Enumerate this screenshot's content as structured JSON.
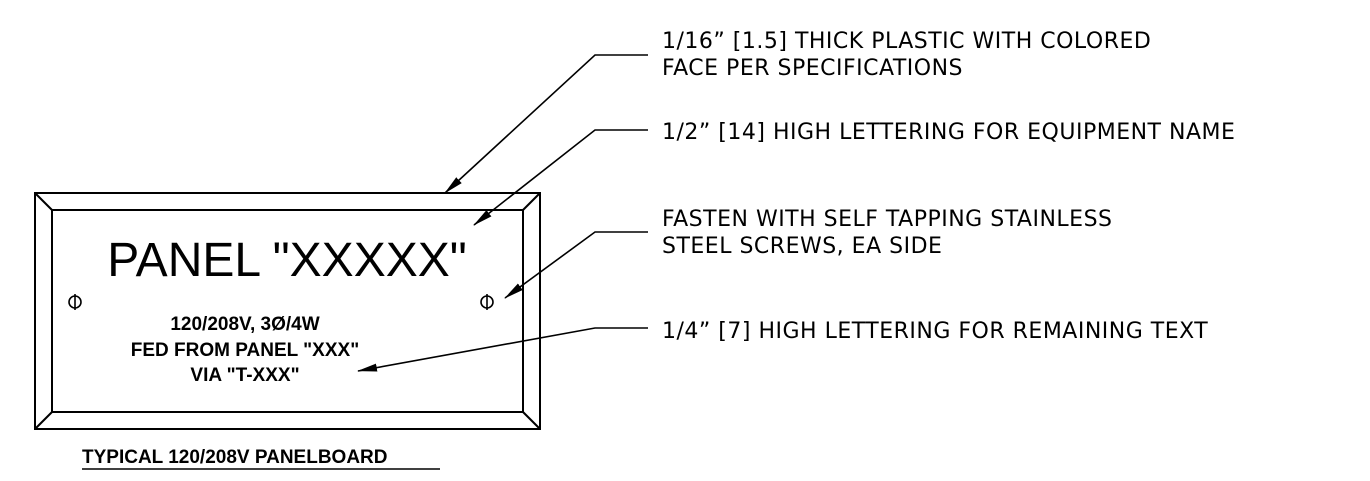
{
  "nameplate": {
    "title": "PANEL \"XXXXX\"",
    "line1": "120/208V, 3Ø/4W",
    "line2": "FED FROM PANEL \"XXX\"",
    "line3": "VIA \"T-XXX\""
  },
  "caption": "TYPICAL 120/208V PANELBOARD",
  "callouts": {
    "plastic": {
      "line1": "1/16” [1.5] THICK PLASTIC WITH COLORED",
      "line2": "FACE PER SPECIFICATIONS"
    },
    "name_lettering": {
      "line1": "1/2” [14] HIGH LETTERING FOR EQUIPMENT NAME"
    },
    "fasten": {
      "line1": "FASTEN WITH SELF TAPPING STAINLESS",
      "line2": "STEEL SCREWS, EA SIDE"
    },
    "remaining_lettering": {
      "line1": "1/4” [7] HIGH LETTERING FOR REMAINING TEXT"
    }
  },
  "icons": {
    "screw": "screw-icon",
    "arrowhead": "arrowhead-icon"
  },
  "colors": {
    "ink": "#000000",
    "background": "#ffffff"
  }
}
